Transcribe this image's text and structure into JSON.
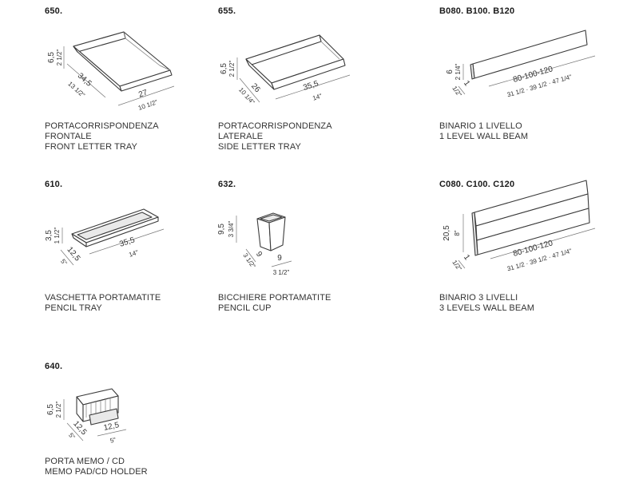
{
  "products": [
    {
      "code": "650.",
      "caption_it": [
        "PORTACORRISPONDENZA",
        "FRONTALE"
      ],
      "caption_en": "FRONT LETTER TRAY",
      "dims": {
        "height_cm": "6,5",
        "height_in": "2 1/2\"",
        "depth_cm": "34,5",
        "depth_in": "13 1/2\"",
        "width_cm": "27",
        "width_in": "10 1/2\""
      }
    },
    {
      "code": "655.",
      "caption_it": [
        "PORTACORRISPONDENZA",
        "LATERALE"
      ],
      "caption_en": "SIDE LETTER TRAY",
      "dims": {
        "height_cm": "6,5",
        "height_in": "2 1/2\"",
        "depth_cm": "26",
        "depth_in": "10 1/4\"",
        "width_cm": "35,5",
        "width_in": "14\""
      }
    },
    {
      "code": "B080. B100. B120",
      "caption_it": [
        "BINARIO 1 LIVELLO"
      ],
      "caption_en": "1 LEVEL WALL BEAM",
      "dims": {
        "height_cm": "6",
        "height_in": "2 1/4\"",
        "depth_cm": "1",
        "depth_in": "1/2\"",
        "width_cm": "80-100-120",
        "width_in": "31 1/2 · 39 1/2 · 47 1/4\""
      }
    },
    {
      "code": "610.",
      "caption_it": [
        "VASCHETTA PORTAMATITE"
      ],
      "caption_en": "PENCIL TRAY",
      "dims": {
        "height_cm": "3,5",
        "height_in": "1 1/2\"",
        "depth_cm": "12,5",
        "depth_in": "5\"",
        "width_cm": "35,5",
        "width_in": "14\""
      }
    },
    {
      "code": "632.",
      "caption_it": [
        "BICCHIERE PORTAMATITE"
      ],
      "caption_en": "PENCIL CUP",
      "dims": {
        "height_cm": "9,5",
        "height_in": "3 3/4\"",
        "depth_cm": "9",
        "depth_in": "3 1/2\"",
        "width_cm": "9",
        "width_in": "3 1/2\""
      }
    },
    {
      "code": "C080. C100. C120",
      "caption_it": [
        "BINARIO 3 LIVELLI"
      ],
      "caption_en": "3 LEVELS WALL BEAM",
      "dims": {
        "height_cm": "20,5",
        "height_in": "8\"",
        "depth_cm": "1",
        "depth_in": "1/2\"",
        "width_cm": "80-100-120",
        "width_in": "31 1/2 · 39 1/2 · 47 1/4\""
      }
    },
    {
      "code": "640.",
      "caption_it": [
        "PORTA MEMO / CD"
      ],
      "caption_en": "MEMO PAD/CD HOLDER",
      "dims": {
        "height_cm": "6,5",
        "height_in": "2 1/2\"",
        "depth_cm": "12,5",
        "depth_in": "5\"",
        "width_cm": "12,5",
        "width_in": "5\""
      }
    }
  ],
  "colors": {
    "line": "#3a3a3a",
    "text": "#333333",
    "dimension": "#777777"
  }
}
